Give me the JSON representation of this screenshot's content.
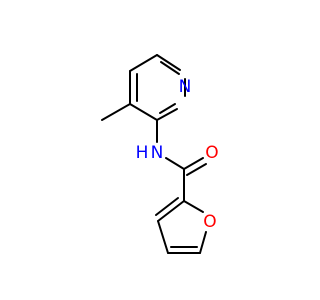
{
  "molecule": {
    "atom_labels": {
      "N1": "N",
      "N2": "N",
      "H": "H",
      "O1": "O",
      "O2": "O"
    },
    "colors": {
      "carbon_bond": "#000000",
      "nitrogen": "#0000ff",
      "oxygen": "#ff0000",
      "background": "#ffffff"
    }
  }
}
